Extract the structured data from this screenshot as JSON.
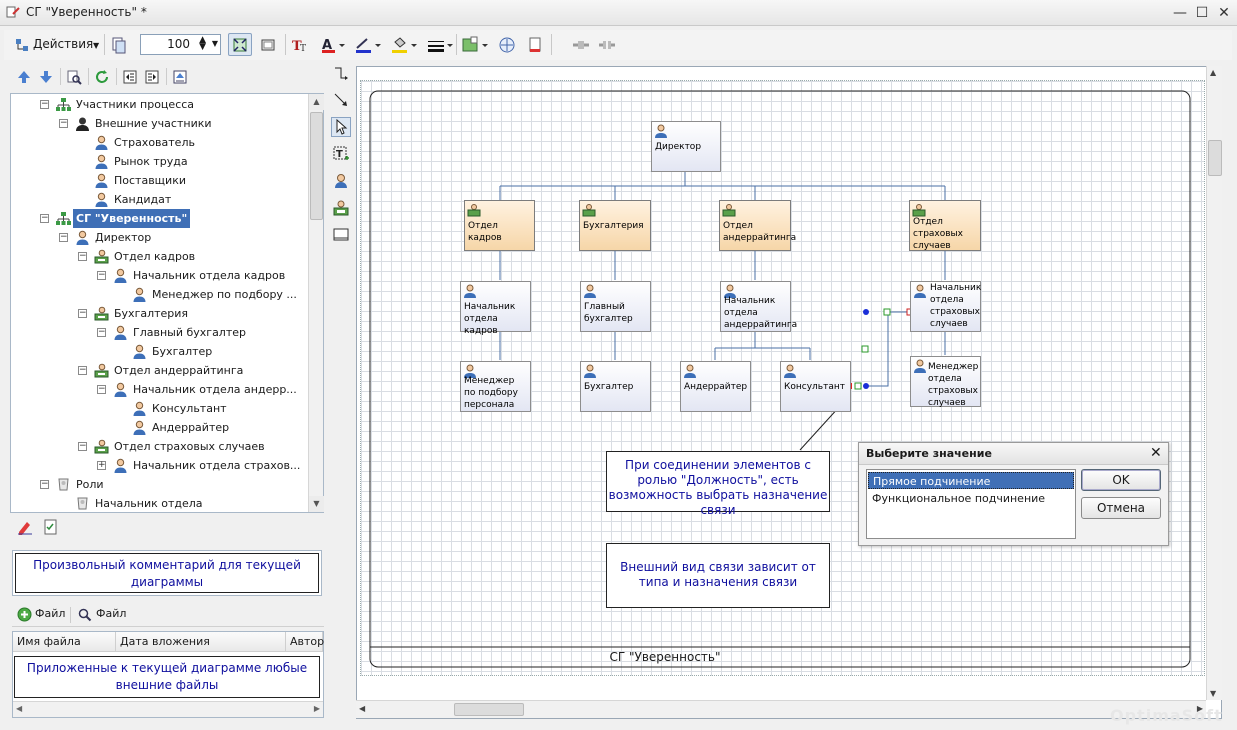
{
  "window": {
    "title": "СГ \"Уверенность\" *",
    "controls": [
      "minimize-icon",
      "maximize-icon",
      "close-icon"
    ]
  },
  "toolbar": {
    "actions_label": "Действия",
    "zoom_value": "100"
  },
  "tree": {
    "items": [
      {
        "label": "Участники процесса",
        "level": 1,
        "toggle": "−",
        "icon": "org-chart-icon"
      },
      {
        "label": "Внешние участники",
        "level": 2,
        "toggle": "−",
        "icon": "spy-person-icon"
      },
      {
        "label": "Страхователь",
        "level": 3,
        "toggle": "",
        "icon": "person-icon"
      },
      {
        "label": "Рынок труда",
        "level": 3,
        "toggle": "",
        "icon": "person-icon"
      },
      {
        "label": "Поставщики",
        "level": 3,
        "toggle": "",
        "icon": "person-icon"
      },
      {
        "label": "Кандидат",
        "level": 3,
        "toggle": "",
        "icon": "person-icon"
      },
      {
        "label": "СГ \"Уверенность\"",
        "level": 1,
        "toggle": "−",
        "icon": "org-chart-icon",
        "selected": true
      },
      {
        "label": "Директор",
        "level": 2,
        "toggle": "−",
        "icon": "person-icon"
      },
      {
        "label": "Отдел кадров",
        "level": 3,
        "toggle": "−",
        "icon": "department-icon"
      },
      {
        "label": "Начальник отдела кадров",
        "level": 4,
        "toggle": "−",
        "icon": "person-icon"
      },
      {
        "label": "Менеджер по подбору ...",
        "level": 5,
        "toggle": "",
        "icon": "person-icon"
      },
      {
        "label": "Бухгалтерия",
        "level": 3,
        "toggle": "−",
        "icon": "department-icon"
      },
      {
        "label": "Главный бухгалтер",
        "level": 4,
        "toggle": "−",
        "icon": "person-icon"
      },
      {
        "label": "Бухгалтер",
        "level": 5,
        "toggle": "",
        "icon": "person-icon"
      },
      {
        "label": "Отдел андеррайтинга",
        "level": 3,
        "toggle": "−",
        "icon": "department-icon"
      },
      {
        "label": "Начальник отдела андерр...",
        "level": 4,
        "toggle": "−",
        "icon": "person-icon"
      },
      {
        "label": "Консультант",
        "level": 5,
        "toggle": "",
        "icon": "person-icon"
      },
      {
        "label": "Андеррайтер",
        "level": 5,
        "toggle": "",
        "icon": "person-icon"
      },
      {
        "label": "Отдел страховых случаев",
        "level": 3,
        "toggle": "−",
        "icon": "department-icon"
      },
      {
        "label": "Начальник отдела страхов...",
        "level": 4,
        "toggle": "+",
        "icon": "person-icon"
      },
      {
        "label": "Роли",
        "level": 1,
        "toggle": "−",
        "icon": "role-icon"
      },
      {
        "label": "Начальник отдела",
        "level": 2,
        "toggle": "",
        "icon": "role-icon"
      }
    ]
  },
  "comment_panel": {
    "text": "Произвольный комментарий для текущей диаграммы"
  },
  "files_panel": {
    "add_label": "Файл",
    "find_label": "Файл",
    "columns": [
      "Имя файла",
      "Дата вложения",
      "Автор"
    ],
    "hint": "Приложенные к текущей диаграмме любые внешние файлы"
  },
  "diagram": {
    "footer_title": "СГ \"Уверенность\"",
    "nodes": {
      "director": "Директор",
      "hr": "Отдел кадров",
      "accounting": "Бухгалтерия",
      "underwriting": "Отдел андеррайтинга",
      "claims": "Отдел страховых случаев",
      "hr_head": "Начальник отдела кадров",
      "chief_accountant": "Главный бухгалтер",
      "uw_head": "Начальник отдела андеррайтинга",
      "claims_head": "Начальник отдела страховых случаев",
      "recruiter": "Менеджер по подбору персонала",
      "accountant": "Бухгалтер",
      "underwriter": "Андеррайтер",
      "consultant": "Консультант",
      "claims_manager": "Менеджер отдела страховых случаев"
    },
    "comments": {
      "callout": "При соединении элементов с ролью \"Должность\", есть возможность выбрать назначение связи",
      "note": "Внешний вид связи зависит от типа и назначения связи"
    }
  },
  "dialog": {
    "title": "Выберите значение",
    "options": [
      "Прямое подчинение",
      "Функциональное подчинение"
    ],
    "selected_index": 0,
    "ok_label": "OK",
    "cancel_label": "Отмена"
  },
  "watermark": "OptimaSoft"
}
